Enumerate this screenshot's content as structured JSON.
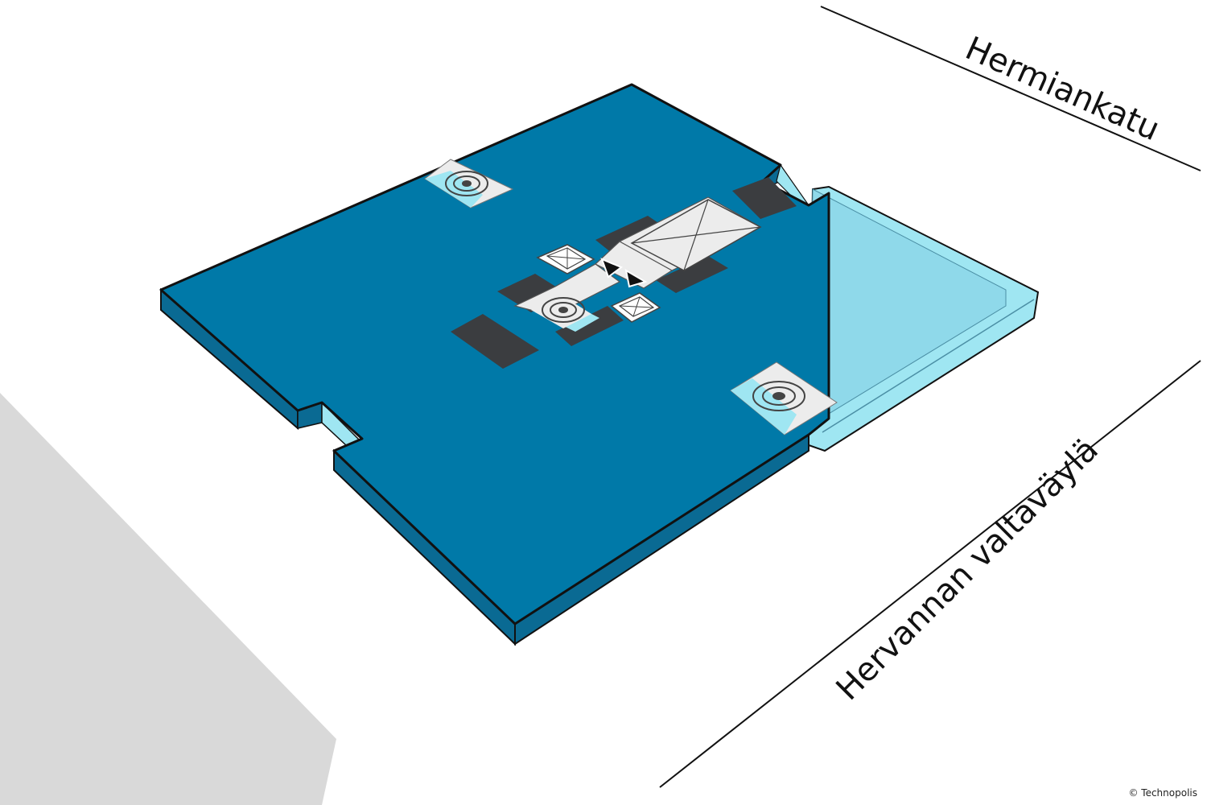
{
  "map": {
    "streets": [
      {
        "name": "Hermiankatu"
      },
      {
        "name": "Hervannan valtaväylä"
      }
    ],
    "copyright": "© Technopolis",
    "colors": {
      "floor_top": "#0079a8",
      "floor_side": "#0a6a93",
      "annex": "#9fe6f2",
      "stairwell": "#ececec",
      "shaft": "#3b3d40",
      "neighbor_lot": "#d9d9d9",
      "outline": "#111111"
    },
    "icons": [
      "stairs-icon",
      "elevator-icon",
      "you-are-here-arrow-icon"
    ]
  }
}
